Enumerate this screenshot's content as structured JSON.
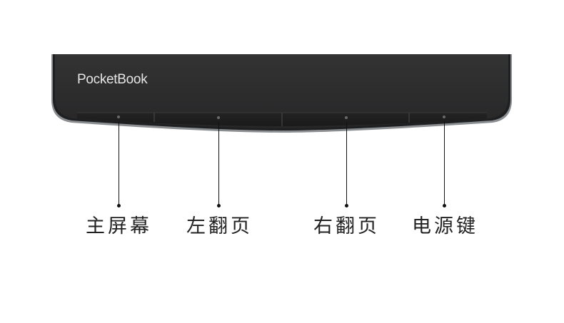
{
  "device": {
    "brand": "PocketBook",
    "body_color": "#2d2d2e",
    "bezel_color": "#8a8d90"
  },
  "callouts": [
    {
      "id": "main-screen",
      "label": "主屏幕"
    },
    {
      "id": "page-back",
      "label": "左翻页"
    },
    {
      "id": "page-forward",
      "label": "右翻页"
    },
    {
      "id": "power",
      "label": "电源键"
    }
  ]
}
